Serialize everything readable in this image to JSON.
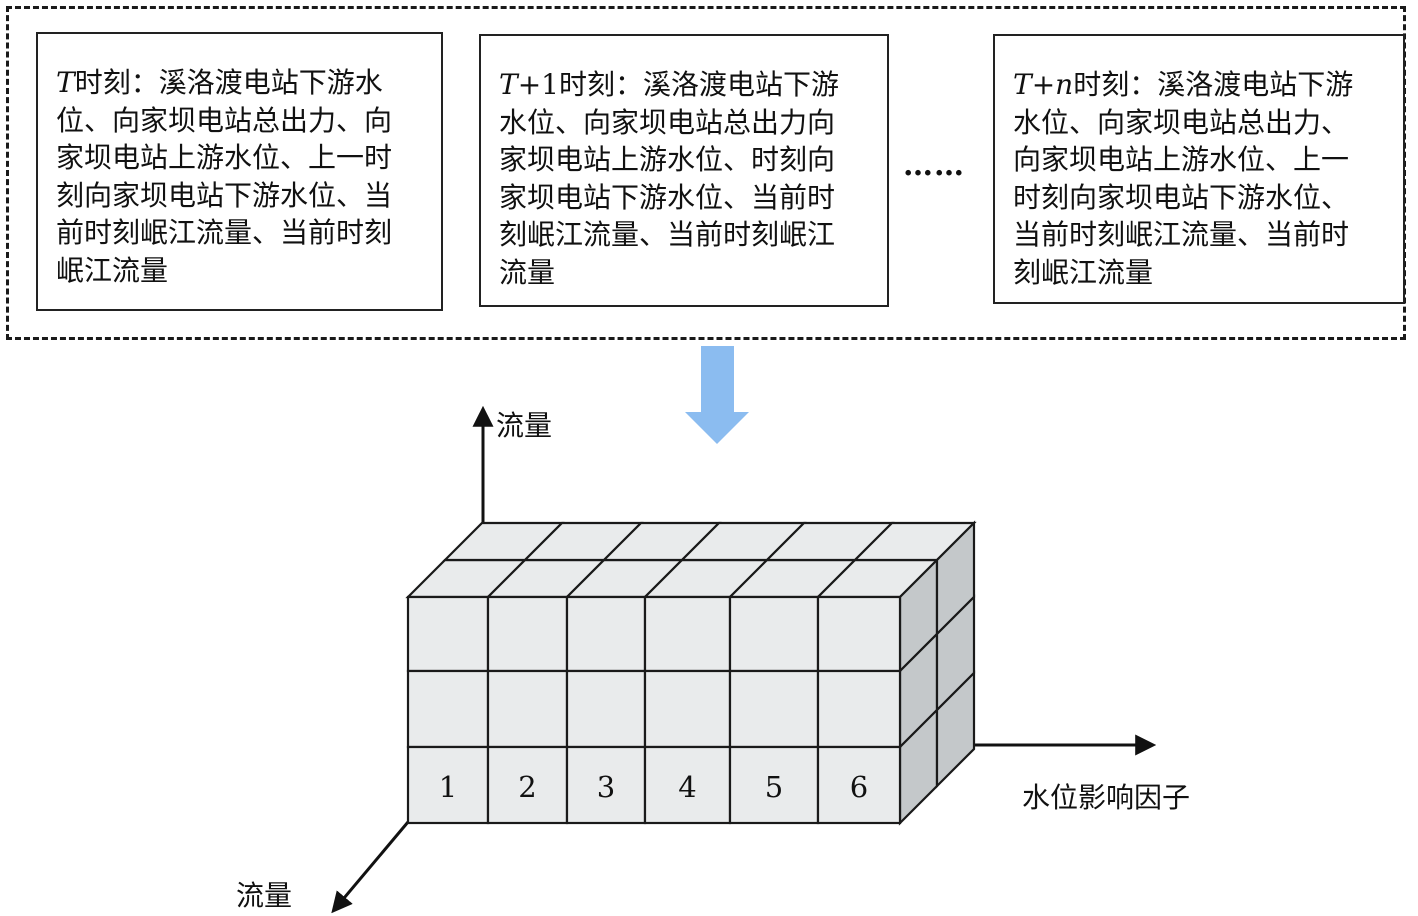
{
  "boxes": [
    {
      "id": "T",
      "lines": [
        [
          "T",
          "时刻：溪洛渡电站下游水"
        ],
        [
          "",
          "位、向家坝电站总出力、向"
        ],
        [
          "",
          "家坝电站上游水位、上一时"
        ],
        [
          "",
          "刻向家坝电站下游水位、当"
        ],
        [
          "",
          "前时刻岷江流量、当前时刻"
        ],
        [
          "",
          "岷江流量"
        ]
      ]
    },
    {
      "id": "T+1",
      "lines": [
        [
          "T",
          "+1时刻：溪洛渡电站下游"
        ],
        [
          "",
          "水位、向家坝电站总出力向"
        ],
        [
          "",
          "家坝电站上游水位、时刻向"
        ],
        [
          "",
          "家坝电站下游水位、当前时"
        ],
        [
          "",
          "刻岷江流量、当前时刻岷江"
        ],
        [
          "",
          "流量"
        ]
      ]
    },
    {
      "id": "T+n",
      "lines": [
        [
          "T",
          "+"
        ],
        [
          "",
          "水位、向家坝电站总出力、"
        ],
        [
          "",
          "向家坝电站上游水位、上一"
        ],
        [
          "",
          "时刻向家坝电站下游水位、"
        ],
        [
          "",
          "当前时刻岷江流量、当前时"
        ],
        [
          "",
          "刻岷江流量"
        ]
      ],
      "first_line_var": "n",
      "first_line_rest": "时刻：溪洛渡电站下游"
    }
  ],
  "ellipsis": "……",
  "arrow_color": "#8bbcf0",
  "cube": {
    "face_color": "#e9ebec",
    "side_color": "#c4c8ca",
    "columns": 6,
    "rows": 3,
    "depth": 2,
    "cell_labels": [
      "1",
      "2",
      "3",
      "4",
      "5",
      "6"
    ]
  },
  "axes": {
    "vertical_label": "流量",
    "horizontal_label": "水位影响因子",
    "depth_label": "流量"
  }
}
